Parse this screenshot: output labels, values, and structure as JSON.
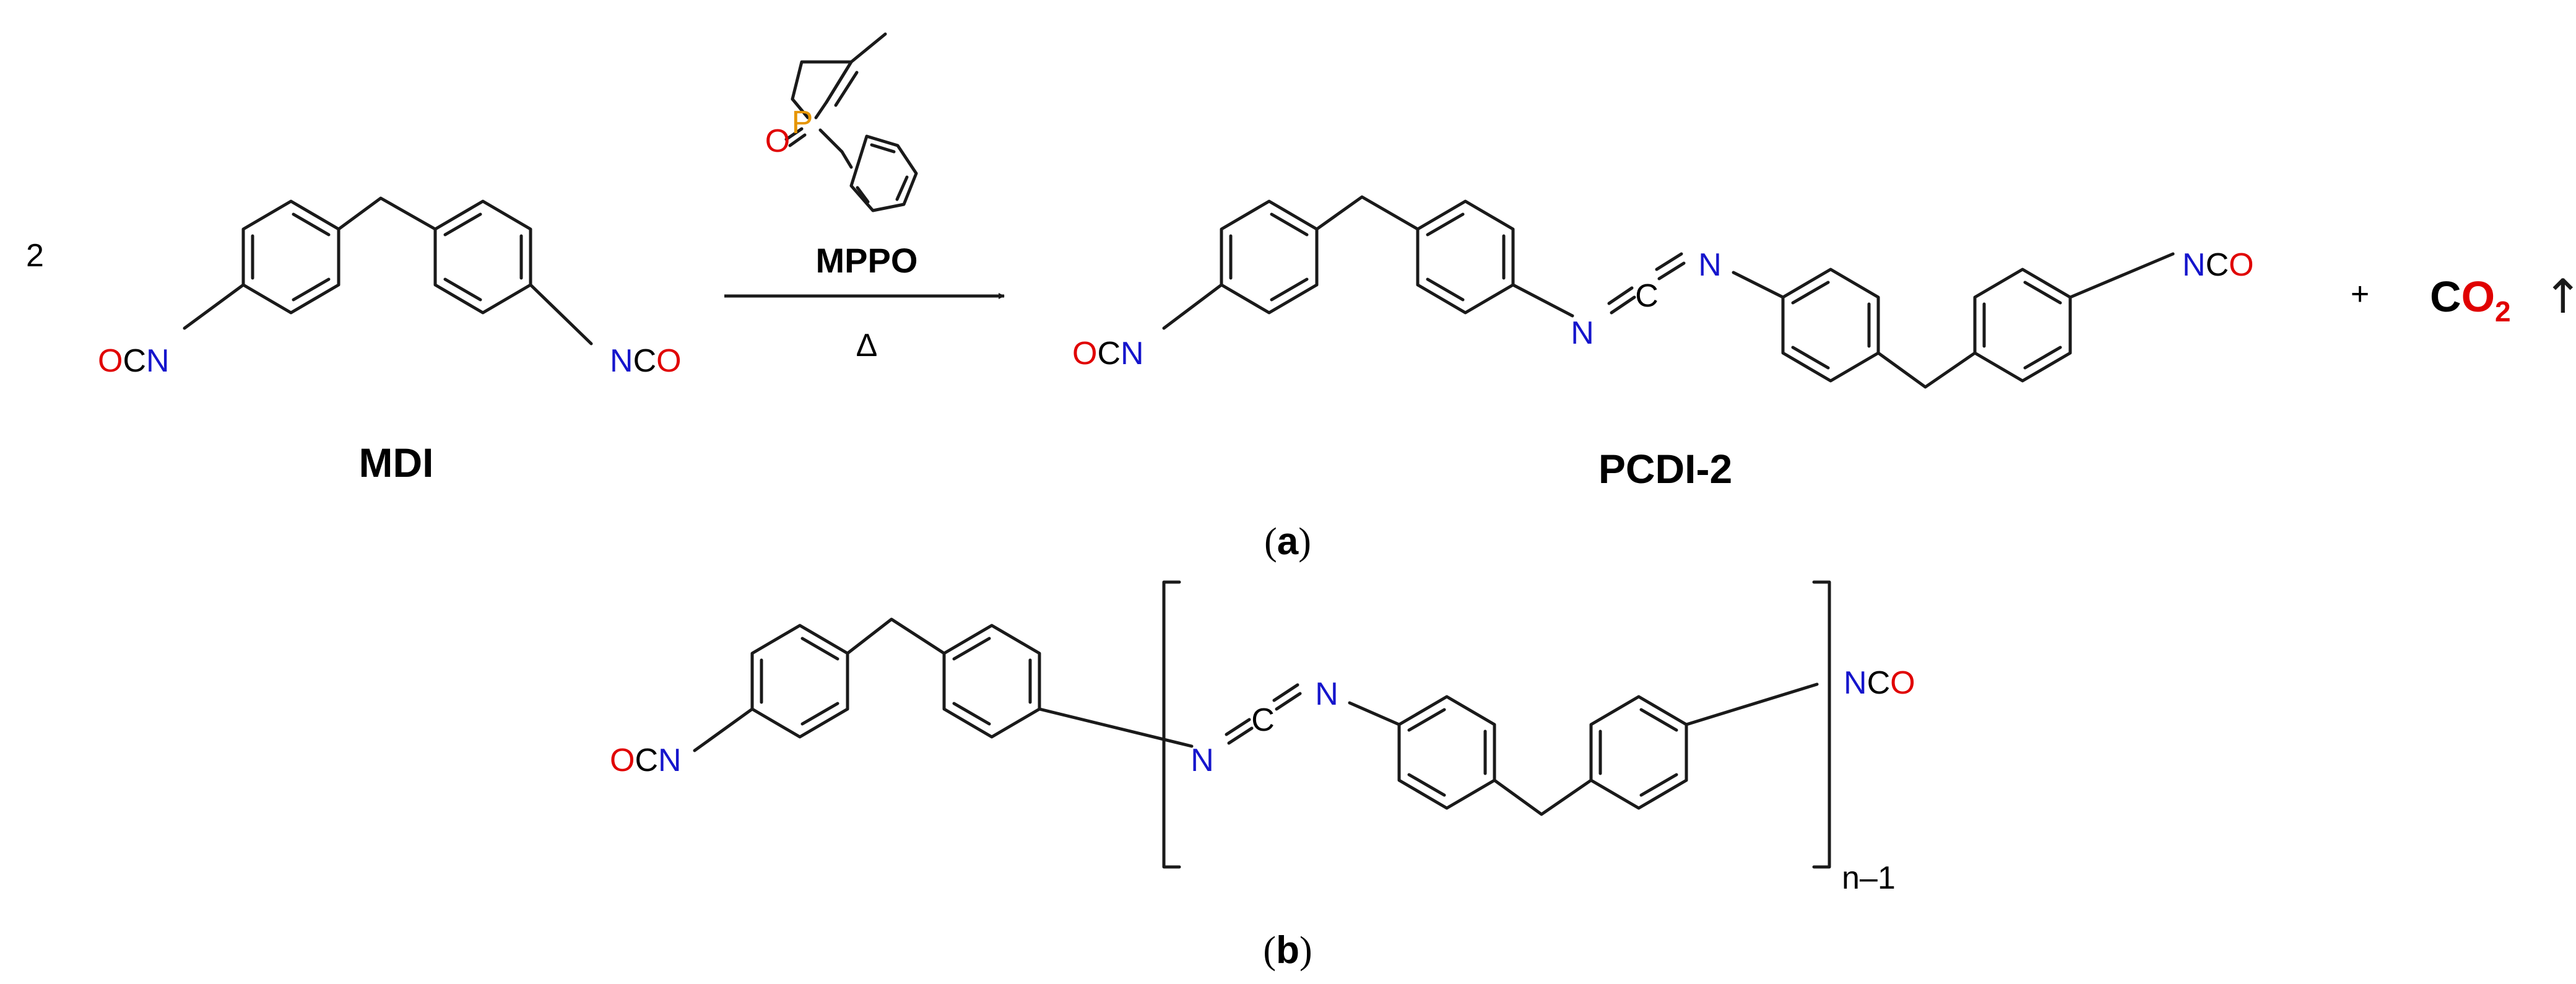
{
  "colors": {
    "bond": "#1a1a1a",
    "text": "#000000",
    "oxygen": "#e00000",
    "nitrogen": "#1515cc",
    "phosphorus": "#e69500"
  },
  "part_a": {
    "coefficient": "2",
    "reactant_label": "MDI",
    "catalyst_label": "MPPO",
    "conditions": "Δ",
    "product_label": "PCDI-2",
    "plus": "+",
    "byproduct_c": "C",
    "byproduct_o": "O",
    "byproduct_sub": "2",
    "gas_arrow": "↑",
    "panel_label": "a"
  },
  "part_b": {
    "repeat_subscript": "n–1",
    "panel_label": "b"
  },
  "atoms": {
    "O": "O",
    "C": "C",
    "N": "N",
    "P": "P",
    "eq": "="
  }
}
